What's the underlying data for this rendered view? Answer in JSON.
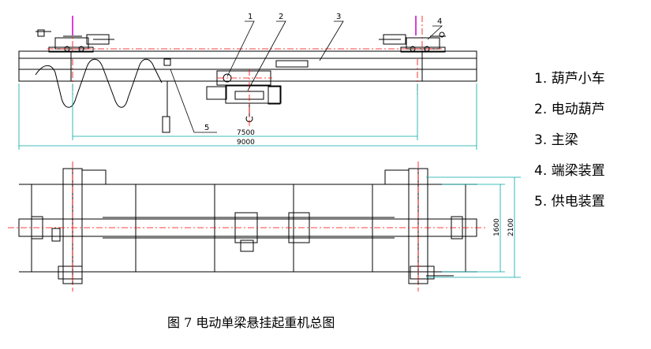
{
  "callouts": [
    "1",
    "2",
    "3",
    "4",
    "5"
  ],
  "dimensions": {
    "span_inner": "7500",
    "span_total": "9000",
    "gauge": "1600",
    "width_total": "2100"
  },
  "legend": [
    {
      "num": "1.",
      "text": "葫芦小车"
    },
    {
      "num": "2.",
      "text": "电动葫芦"
    },
    {
      "num": "3.",
      "text": "主梁"
    },
    {
      "num": "4.",
      "text": "端梁装置"
    },
    {
      "num": "5.",
      "text": "供电装置"
    }
  ],
  "caption": "图 7 电动单梁悬挂起重机总图",
  "colors": {
    "line": "#000000",
    "centerline": "#ff0000",
    "dimension": "#00a8a8",
    "accent": "#cc00cc"
  }
}
